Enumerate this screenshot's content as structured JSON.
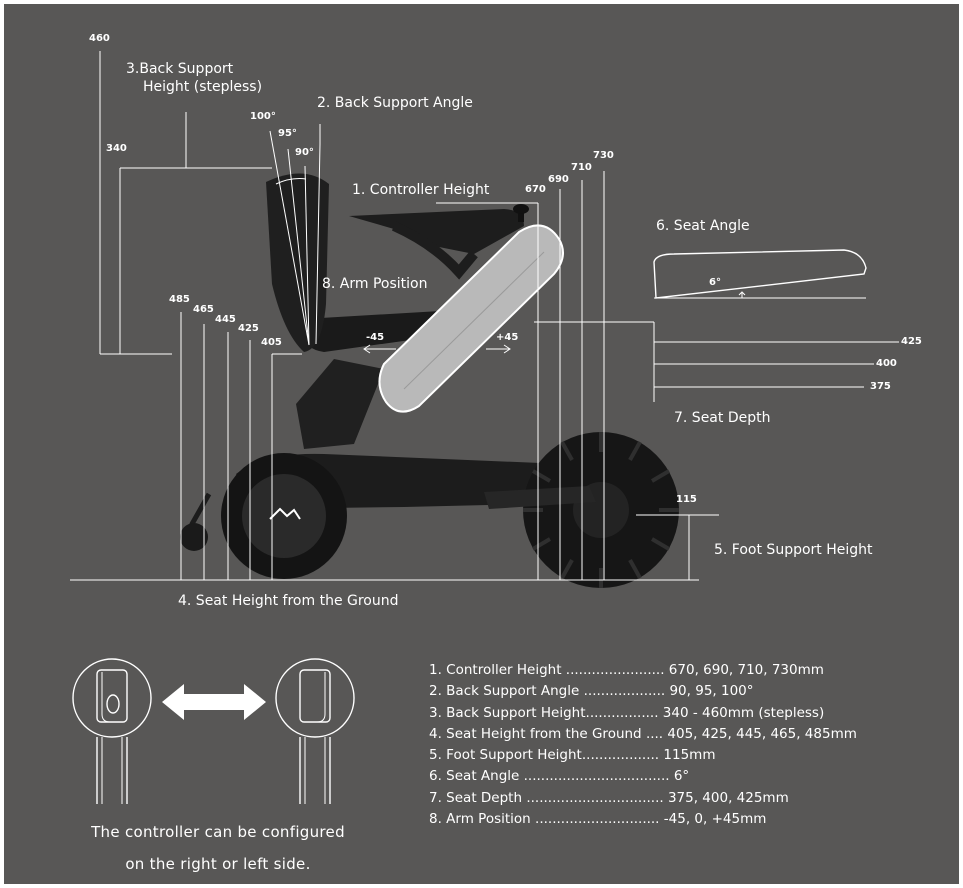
{
  "labels": {
    "back_support_height_line1": "3.Back Support",
    "back_support_height_line2": "Height (stepless)",
    "back_support_angle": "2. Back Support Angle",
    "controller_height": "1. Controller Height",
    "seat_angle": "6. Seat Angle",
    "arm_position": "8. Arm Position",
    "seat_depth": "7. Seat Depth",
    "foot_support_height": "5. Foot Support Height",
    "seat_height": "4. Seat Height from the Ground"
  },
  "dims": {
    "back_height_max": "460",
    "back_height_min": "340",
    "angle_100": "100°",
    "angle_95": "95°",
    "angle_90": "90°",
    "ctrl_670": "670",
    "ctrl_690": "690",
    "ctrl_710": "710",
    "ctrl_730": "730",
    "seat_angle_deg": "6°",
    "arm_minus": "-45",
    "arm_plus": "+45",
    "seat_485": "485",
    "seat_465": "465",
    "seat_445": "445",
    "seat_425": "425",
    "seat_405": "405",
    "depth_425": "425",
    "depth_400": "400",
    "depth_375": "375",
    "foot_115": "115"
  },
  "specs": [
    {
      "name": "1. Controller Height",
      "dots": ".......................",
      "value": "670, 690, 710, 730mm"
    },
    {
      "name": "2. Back Support Angle",
      "dots": "...................",
      "value": "90, 95, 100°"
    },
    {
      "name": "3. Back Support Height",
      "dots": ".................",
      "value": "340 - 460mm (stepless)"
    },
    {
      "name": "4. Seat Height from the Ground",
      "dots": "....",
      "value": "405, 425, 445, 465, 485mm"
    },
    {
      "name": "5. Foot Support Height",
      "dots": "..................",
      "value": "115mm"
    },
    {
      "name": "6. Seat Angle",
      "dots": "..................................",
      "value": "6°"
    },
    {
      "name": "7. Seat Depth",
      "dots": "................................",
      "value": "375, 400, 425mm"
    },
    {
      "name": "8. Arm Position",
      "dots": ".............................",
      "value": "-45, 0, +45mm"
    }
  ],
  "note": {
    "line1": "The controller can be configured",
    "line2": "on the right or left side."
  },
  "colors": {
    "background": "#585756",
    "lines": "#ffffff",
    "chair_body": "#1e1e1e",
    "arm_panel": "#bdbdbd"
  }
}
